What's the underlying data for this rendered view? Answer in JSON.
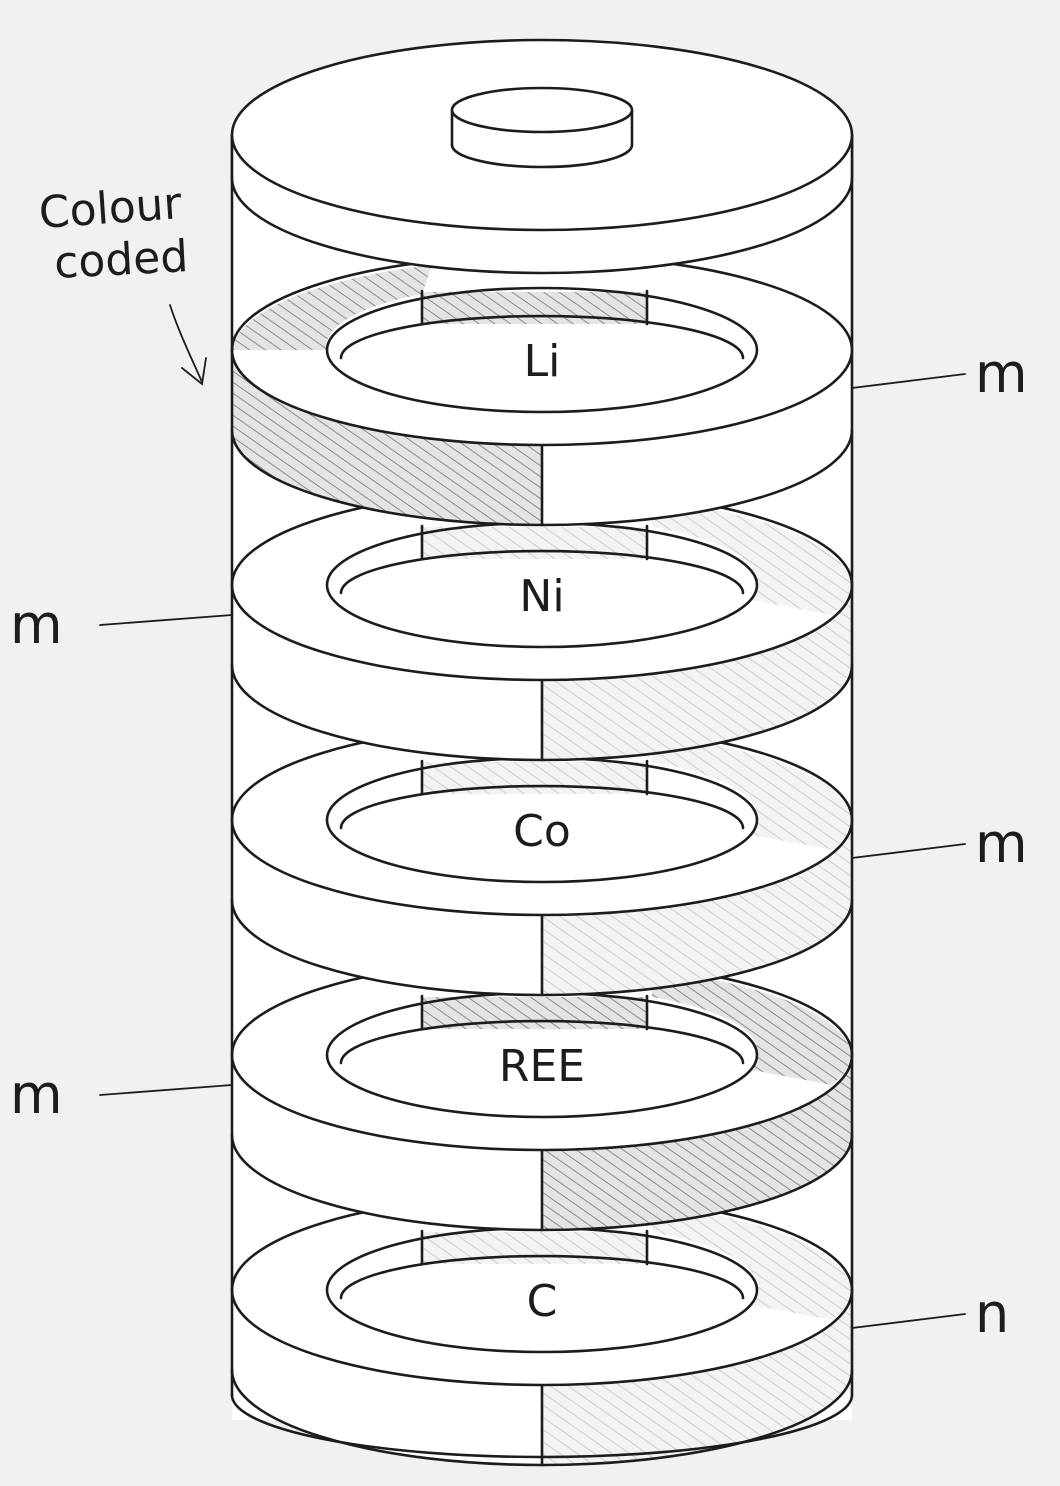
{
  "annotation": {
    "line1": "Colour",
    "line2": "coded"
  },
  "layers": [
    {
      "label": "Li",
      "hatch": "dark",
      "side_marker": "m"
    },
    {
      "label": "Ni",
      "hatch": "light",
      "side_marker": "m"
    },
    {
      "label": "Co",
      "hatch": "light",
      "side_marker": "m"
    },
    {
      "label": "REE",
      "hatch": "dark",
      "side_marker": "m"
    },
    {
      "label": "C",
      "hatch": "light",
      "side_marker": "n"
    }
  ],
  "colors": {
    "ink": "#1c1c1c",
    "paper": "#ffffff",
    "background": "#f1f1f1",
    "hatch_dark": "#8a8a8a",
    "hatch_light": "#c4c4c4"
  }
}
